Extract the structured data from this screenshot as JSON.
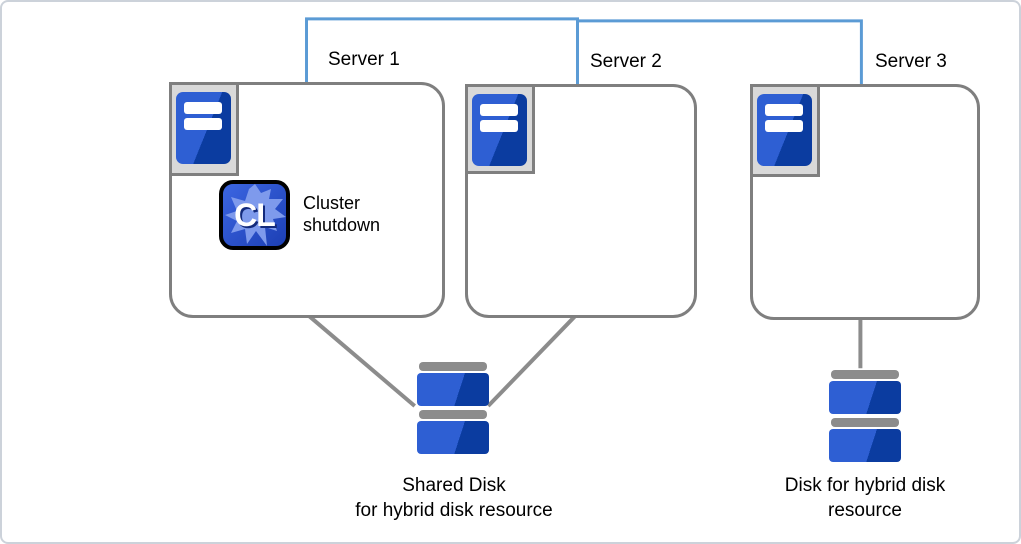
{
  "diagram": {
    "servers": [
      {
        "label": "Server 1"
      },
      {
        "label": "Server 2"
      },
      {
        "label": "Server 3"
      }
    ],
    "cluster_action": {
      "icon_text": "CL",
      "line1": "Cluster",
      "line2": "shutdown"
    },
    "shared_disk_caption": {
      "line1": "Shared Disk",
      "line2": "for hybrid disk resource"
    },
    "hybrid_disk_caption": {
      "line1": "Disk for hybrid disk",
      "line2": "resource"
    },
    "icons": [
      "server-tower-icon",
      "cluster-app-icon",
      "disk-stack-icon"
    ]
  },
  "colors": {
    "accent_blue": "#5b9bd5",
    "border_gray": "#7f7f7f",
    "connector_gray": "#8c8c8c",
    "frame_gray": "#ccd2da",
    "icon_frame_fill": "#d9d9d9",
    "server_blue_light": "#2e5fd3",
    "server_blue_dark": "#0b3ca0",
    "cl_blue_light": "#3c66e2",
    "cl_blue_dark": "#1c3fb4",
    "cl_splat_blue": "#7e9aec"
  }
}
